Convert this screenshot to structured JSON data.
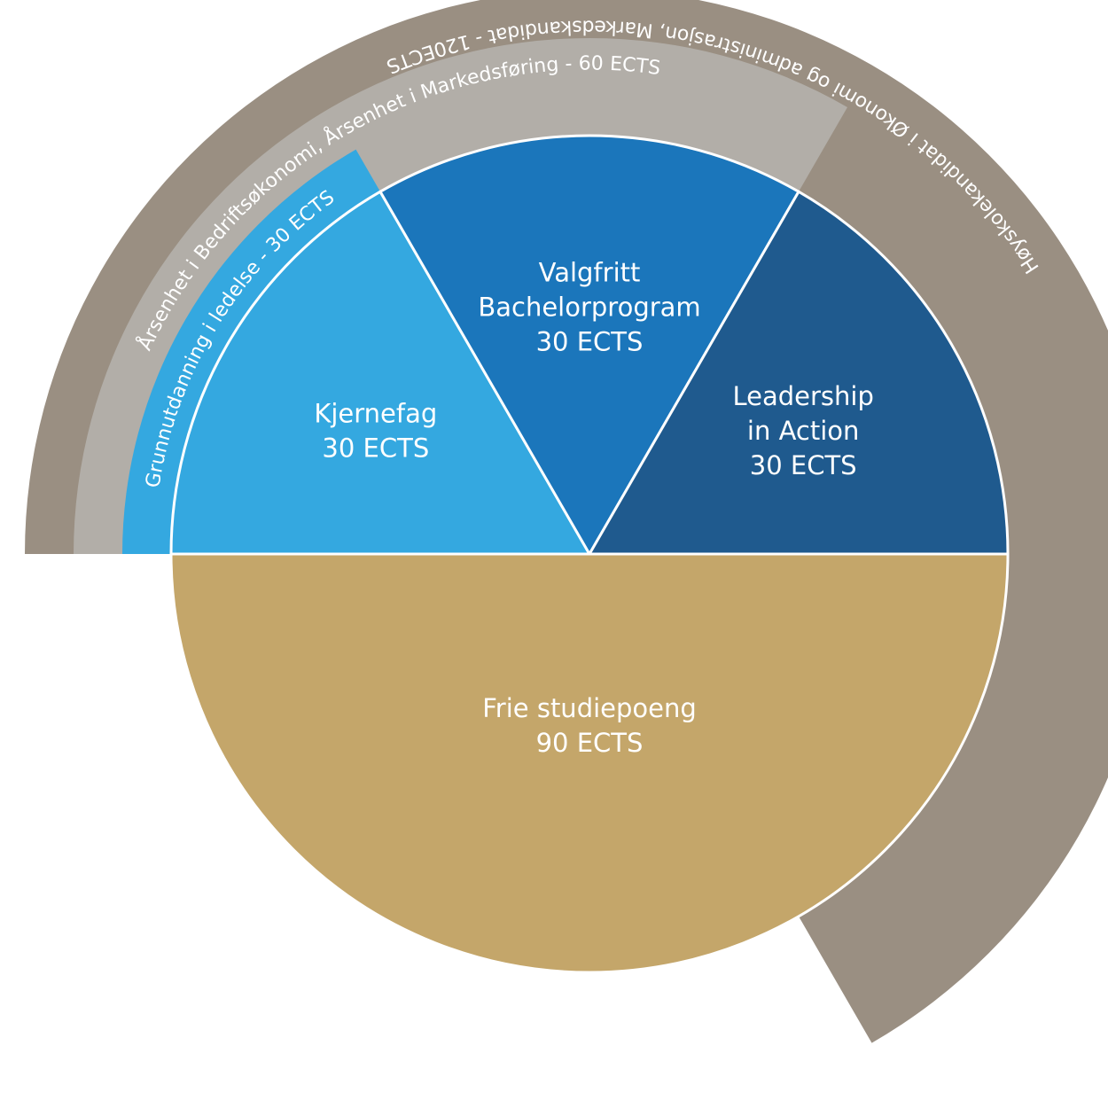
{
  "chart_data": {
    "type": "pie",
    "slices": [
      {
        "lines": [
          "Kjernefag",
          "30 ECTS"
        ],
        "value": 30,
        "color": "#34a8e0"
      },
      {
        "lines": [
          "Valgfritt",
          "Bachelorprogram",
          "30 ECTS"
        ],
        "value": 30,
        "color": "#1b76bb"
      },
      {
        "lines": [
          "Leadership",
          "in Action",
          "30 ECTS"
        ],
        "value": 30,
        "color": "#1f5a8e"
      },
      {
        "lines": [
          "Frie studiepoeng",
          "90 ECTS"
        ],
        "value": 90,
        "color": "#c4a66a"
      }
    ],
    "rings": [
      {
        "label": "Grunnutdanning i ledelse - 30 ECTS",
        "value": 30,
        "color": "#34a8e0"
      },
      {
        "label": "Årsenhet i Bedriftsøkonomi, Årsenhet i Markedsføring - 60 ECTS",
        "value": 60,
        "color": "#b2aea8"
      },
      {
        "label": "Høyskolekandidat i Økonomi og administrasjon, Markedskandidat - 120ECTS",
        "value": 120,
        "color": "#9a8f82"
      }
    ]
  }
}
